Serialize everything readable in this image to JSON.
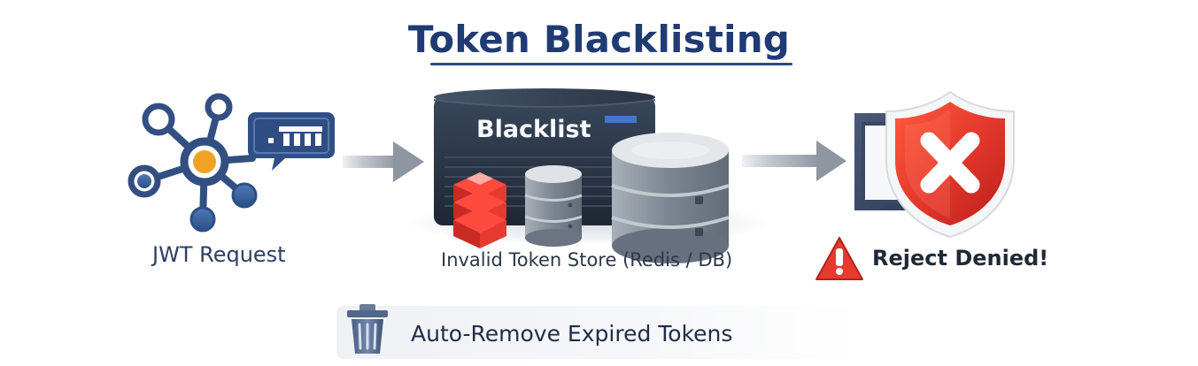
{
  "title": "Token Blacklisting",
  "request": {
    "label": "JWT Request",
    "badge_icon": "token-card-icon",
    "network_icon": "network-icon"
  },
  "store": {
    "server_label": "Blacklist",
    "caption": "Invalid Token Store (Redis / DB)",
    "icons": [
      "server-rack-icon",
      "redis-stack-icon",
      "database-icon",
      "database-large-icon"
    ]
  },
  "result": {
    "label": "Reject Denied!",
    "shield_icon": "shield-x-icon",
    "warning_icon": "warning-icon"
  },
  "cleanup": {
    "label": "Auto-Remove Expired Tokens",
    "icon": "trash-icon"
  },
  "colors": {
    "title": "#1f3b73",
    "primary_dark": "#2b3f63",
    "accent_orange": "#f0a322",
    "server_dark": "#2a3443",
    "database_gray": "#8d96a3",
    "reject_red": "#d62f26",
    "arrow_gray": "#8b939d"
  }
}
